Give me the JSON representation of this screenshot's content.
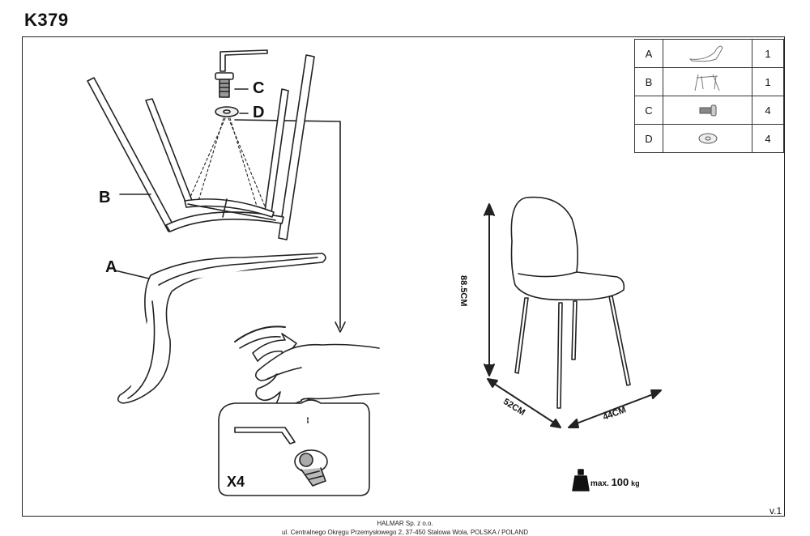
{
  "title": "K379",
  "labels": {
    "a": "A",
    "b": "B",
    "c": "C",
    "d": "D"
  },
  "parts": [
    {
      "code": "A",
      "icon": "seat-shell-icon",
      "qty": "1"
    },
    {
      "code": "B",
      "icon": "leg-frame-icon",
      "qty": "1"
    },
    {
      "code": "C",
      "icon": "bolt-icon",
      "qty": "4"
    },
    {
      "code": "D",
      "icon": "washer-icon",
      "qty": "4"
    }
  ],
  "dimensions": {
    "height": "88.5CM",
    "depth": "52CM",
    "width": "44CM"
  },
  "detail_count": "X4",
  "max_load": {
    "prefix": "max.",
    "value": "100",
    "unit": "kg"
  },
  "version": "v.1",
  "footer": {
    "company": "HALMAR Sp. z o.o.",
    "address": "ul. Centralnego Okręgu Przemysłowego 2, 37-450 Stalowa Wola, POLSKA / POLAND"
  }
}
